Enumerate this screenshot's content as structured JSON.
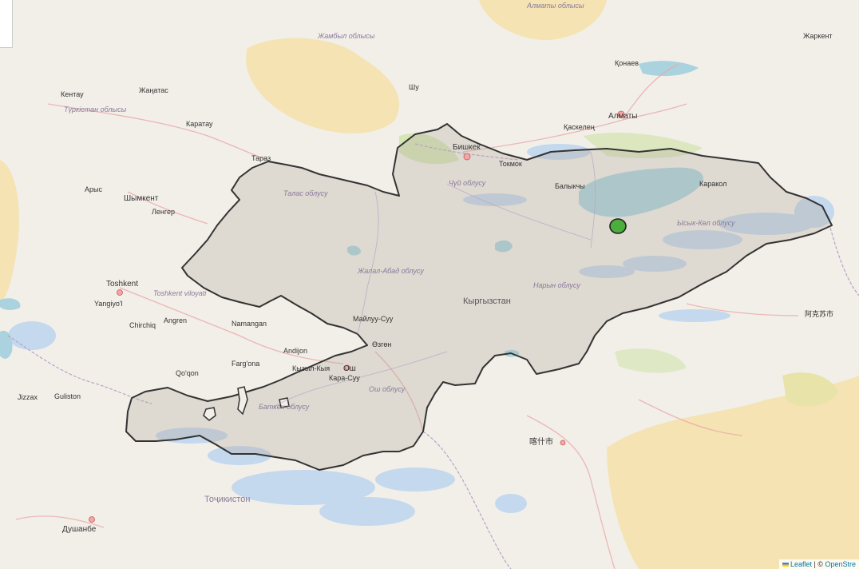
{
  "map": {
    "attribution": {
      "leaflet": "Leaflet",
      "separator": " | © ",
      "osm": "OpenStre"
    },
    "marker_color": "#4cae3c",
    "labels": {
      "country": "Кыргызстан",
      "talas_region": "Талас облусу",
      "chuy_region": "Чүй облусу",
      "issyk_kul_region": "Ысык-Көл облусу",
      "naryn_region": "Нарын облусу",
      "jalal_abad_region": "Жалал-Абад облусу",
      "osh_region": "Ош облусу",
      "batken_region": "Баткен облусу",
      "zhambyl_region": "Жамбыл облысы",
      "turkestan_region": "Түркістан облысы",
      "almaty_region": "Алматы облысы",
      "tashkent_region": "Toshkent viloyati",
      "bishkek": "Бишкек",
      "tokmok": "Токмок",
      "balykchy": "Балыкчы",
      "karakol": "Каракол",
      "osh": "Ош",
      "almaty": "Алматы",
      "kaskelen": "Қаскелең",
      "konaev": "Қонаев",
      "shymkent": "Шымкент",
      "taraz": "Тараз",
      "kentau": "Кентау",
      "zhanatas": "Жаңатас",
      "karatau": "Каратау",
      "arys": "Арыс",
      "lenger": "Ленгер",
      "tashkent": "Toshkent",
      "yangiyul": "Yangiyo'l",
      "chirchiq": "Chirchiq",
      "angren": "Angren",
      "andijon": "Andijon",
      "namangan": "Namangan",
      "fergana": "Farg'ona",
      "kokand": "Qo'qon",
      "dushanbe": "Душанбе",
      "tajikistan": "Тоҷикистон",
      "jizzakh": "Jizzax",
      "guliston": "Guliston",
      "kashgar": "喀什市",
      "aksu": "阿克苏市",
      "zharkent": "Жаркент",
      "shu": "Шу",
      "maili_suu": "Майлуу-Суу",
      "kara_suu": "Кара-Суу",
      "uzgen": "Өзгөн",
      "kyzyl_kiya": "Кызыл-Кыя"
    }
  }
}
